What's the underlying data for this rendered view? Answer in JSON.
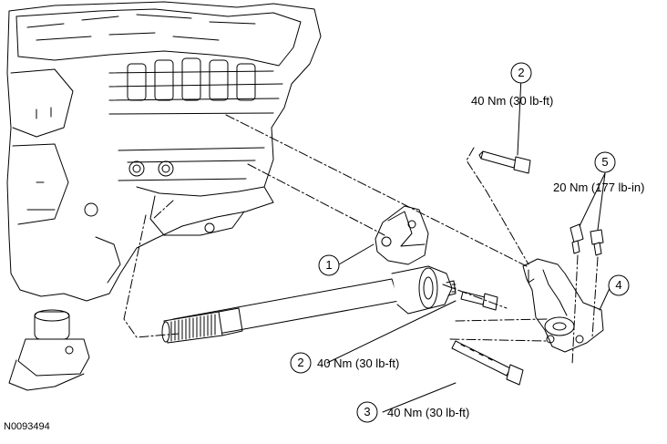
{
  "diagram": {
    "figure_id": "N0093494",
    "callouts": [
      {
        "id": "c1",
        "number": "1",
        "torque": ""
      },
      {
        "id": "c2a",
        "number": "2",
        "torque": "40 Nm (30 lb-ft)"
      },
      {
        "id": "c2b",
        "number": "2",
        "torque": "40 Nm (30 lb-ft)"
      },
      {
        "id": "c3",
        "number": "3",
        "torque": "40 Nm (30 lb-ft)"
      },
      {
        "id": "c4",
        "number": "4",
        "torque": ""
      },
      {
        "id": "c5",
        "number": "5",
        "torque": "20 Nm (177 lb-in)"
      }
    ]
  }
}
